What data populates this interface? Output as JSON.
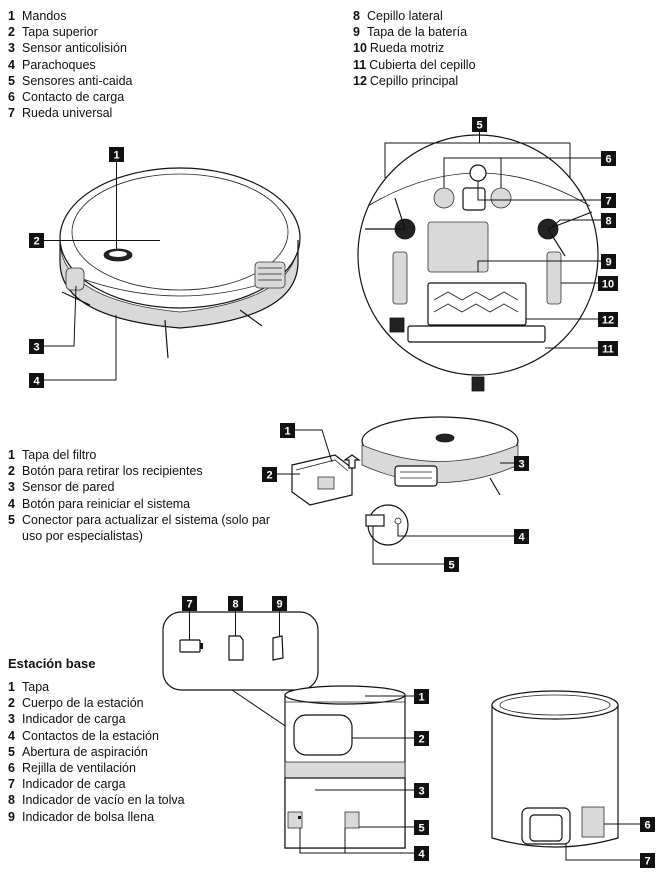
{
  "robot_parts_left": [
    {
      "num": "1",
      "label": "Mandos"
    },
    {
      "num": "2",
      "label": "Tapa superior"
    },
    {
      "num": "3",
      "label": "Sensor anticolisión"
    },
    {
      "num": "4",
      "label": "Parachoques"
    },
    {
      "num": "5",
      "label": "Sensores anti-caida"
    },
    {
      "num": "6",
      "label": "Contacto de carga"
    },
    {
      "num": "7",
      "label": "Rueda universal"
    }
  ],
  "robot_parts_right": [
    {
      "num": "8",
      "label": "Cepillo lateral"
    },
    {
      "num": "9",
      "label": "Tapa de la batería"
    },
    {
      "num": "10",
      "label": "Rueda motriz"
    },
    {
      "num": "11",
      "label": "Cubierta del cepillo"
    },
    {
      "num": "12",
      "label": "Cepillo principal"
    }
  ],
  "robot_side_parts": [
    {
      "num": "1",
      "label": "Tapa del filtro"
    },
    {
      "num": "2",
      "label": "Botón para retirar los recipientes"
    },
    {
      "num": "3",
      "label": "Sensor de pared"
    },
    {
      "num": "4",
      "label": "Botón para reiniciar el sistema"
    },
    {
      "num": "5",
      "label": "Conector para actualizar el sistema (solo par",
      "continuation": "uso por especialistas)"
    }
  ],
  "station": {
    "heading": "Estación base",
    "parts": [
      {
        "num": "1",
        "label": "Tapa"
      },
      {
        "num": "2",
        "label": "Cuerpo de la estación"
      },
      {
        "num": "3",
        "label": "Indicador de carga"
      },
      {
        "num": "4",
        "label": "Contactos de la estación"
      },
      {
        "num": "5",
        "label": "Abertura de aspiración"
      },
      {
        "num": "6",
        "label": "Rejilla de ventilación"
      },
      {
        "num": "7",
        "label": "Indicador de carga"
      },
      {
        "num": "8",
        "label": "Indicador de vacío en la tolva"
      },
      {
        "num": "9",
        "label": "Indicador de bolsa llena"
      }
    ]
  },
  "callouts": {
    "top_robot": [
      "1",
      "2",
      "3",
      "4"
    ],
    "bottom_view": [
      "5",
      "6",
      "7",
      "8",
      "9",
      "10",
      "12",
      "11"
    ],
    "side_view": [
      "1",
      "2",
      "3",
      "4",
      "5"
    ],
    "panel": [
      "7",
      "8",
      "9"
    ],
    "station_front": [
      "1",
      "2",
      "3",
      "5",
      "4"
    ],
    "station_back": [
      "6",
      "7"
    ]
  }
}
